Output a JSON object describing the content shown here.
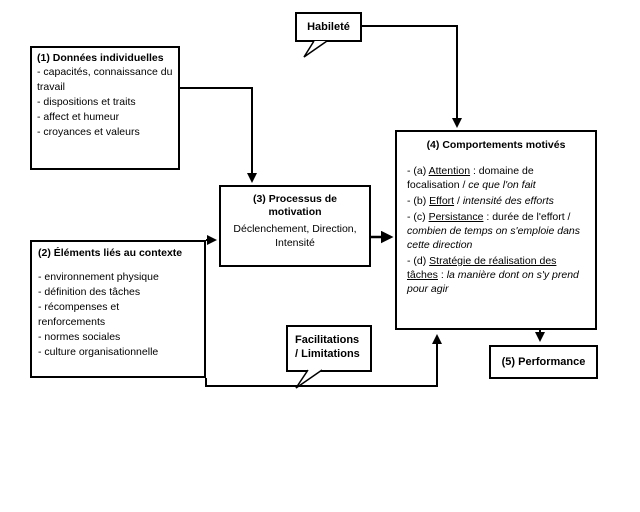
{
  "diagram": {
    "habilete": {
      "label": "Habileté"
    },
    "box1": {
      "title": "(1) Données individuelles",
      "items": [
        "- capacités, connaissance du travail",
        "- dispositions et traits",
        "- affect et humeur",
        "- croyances et valeurs"
      ]
    },
    "box2": {
      "title": "(2) Éléments liés au contexte",
      "items": [
        "- environnement physique",
        "- définition des tâches",
        "- récompenses et renforcements",
        "- normes sociales",
        "- culture organisationnelle"
      ]
    },
    "box3": {
      "title": "(3) Processus de motivation",
      "subtitle": "Déclenchement, Direction, Intensité"
    },
    "box4": {
      "title": "(4) Comportements motivés",
      "items": [
        {
          "prefix": "- (a) ",
          "underlined": "Attention",
          "mid": " : domaine de focalisation / ",
          "italic": "ce que l'on fait"
        },
        {
          "prefix": "- (b) ",
          "underlined": "Effort",
          "mid": " / ",
          "italic": "intensité des efforts"
        },
        {
          "prefix": "- (c) ",
          "underlined": "Persistance",
          "mid": " : durée de l'effort / ",
          "italic": "combien de temps on s'emploie dans cette direction"
        },
        {
          "prefix": "- (d) ",
          "underlined": "Stratégie de réalisation des tâches",
          "mid": " : ",
          "italic": "la manière dont on s'y prend pour agir"
        }
      ]
    },
    "box5": {
      "title": "(5) Performance"
    },
    "facilitations": {
      "label": "Facilitations / Limitations"
    },
    "connections": [
      {
        "from": "donnees-individuelles",
        "to": "processus-motivation"
      },
      {
        "from": "habilete",
        "to": "comportements-motives"
      },
      {
        "from": "elements-contexte",
        "to": "processus-motivation"
      },
      {
        "from": "processus-motivation",
        "to": "comportements-motives"
      },
      {
        "from": "elements-contexte",
        "to": "comportements-motives"
      },
      {
        "from": "comportements-motives",
        "to": "performance"
      }
    ]
  },
  "colors": {
    "background": "#ffffff",
    "line": "#000000",
    "text": "#000000"
  }
}
